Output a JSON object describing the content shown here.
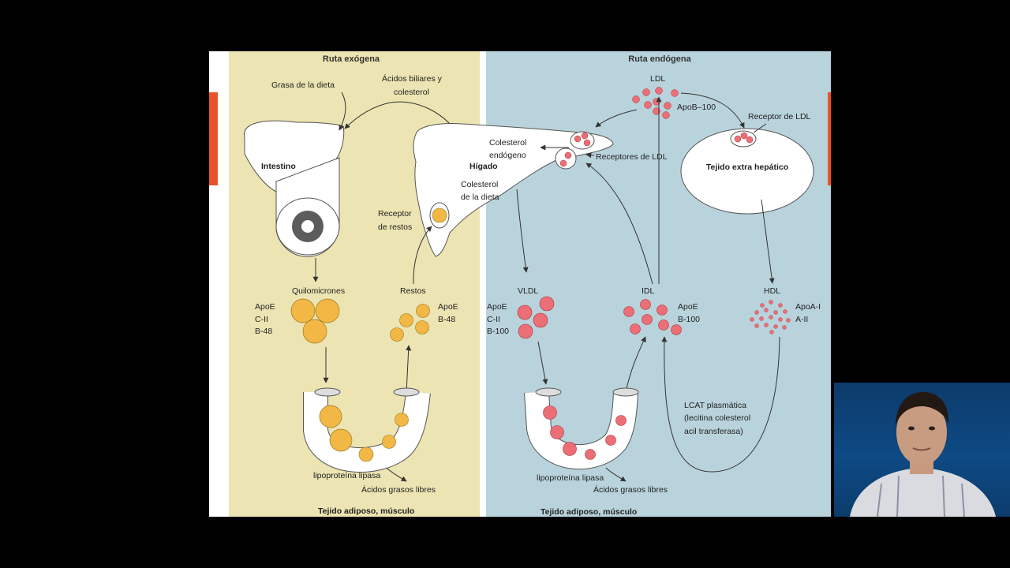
{
  "exogenous": {
    "title": "Ruta exógena",
    "diet_fat": "Grasa de la dieta",
    "bile_1": "Ácidos biliares y",
    "bile_2": "colesterol",
    "intestine": "Intestino",
    "chylomicrons": "Quilomicrones",
    "chylo_apo": [
      "ApoE",
      "C-II",
      "B-48"
    ],
    "remnant_receptor_1": "Receptor",
    "remnant_receptor_2": "de restos",
    "remnants": "Restos",
    "remnant_apo": [
      "ApoE",
      "B-48"
    ],
    "lipase": "lipoproteína lipasa",
    "free_fa": "Ácidos grasos libres",
    "tissue": "Tejido adiposo, músculo"
  },
  "endogenous": {
    "title": "Ruta endógena",
    "liver": "Hígado",
    "endo_chol_1": "Colesterol",
    "endo_chol_2": "endógeno",
    "diet_chol_1": "Colesterol",
    "diet_chol_2": "de la dieta",
    "ldl": "LDL",
    "ldl_apo": "ApoB–100",
    "ldl_receptors": "Receptores de LDL",
    "ldl_receptor": "Receptor de LDL",
    "extrahepatic": "Tejido extra hepático",
    "vldl": "VLDL",
    "vldl_apo": [
      "ApoE",
      "C-II",
      "B-100"
    ],
    "idl": "IDL",
    "idl_apo": [
      "ApoE",
      "B-100"
    ],
    "hdl": "HDL",
    "hdl_apo": [
      "ApoA-I",
      "A-II"
    ],
    "lcat": [
      "LCAT plasmática",
      "(lecitina colesterol",
      "acil transferasa)"
    ],
    "lipase": "lipoproteína lipasa",
    "free_fa": "Ácidos grasos libres",
    "tissue": "Tejido adiposo, músculo"
  },
  "colors": {
    "exogenous_bg": "#ece4b2",
    "endogenous_bg": "#b9d3dc",
    "orange_particle": "#f2b744",
    "red_particle": "#ec6f78",
    "accent_bar": "#e8532a"
  }
}
